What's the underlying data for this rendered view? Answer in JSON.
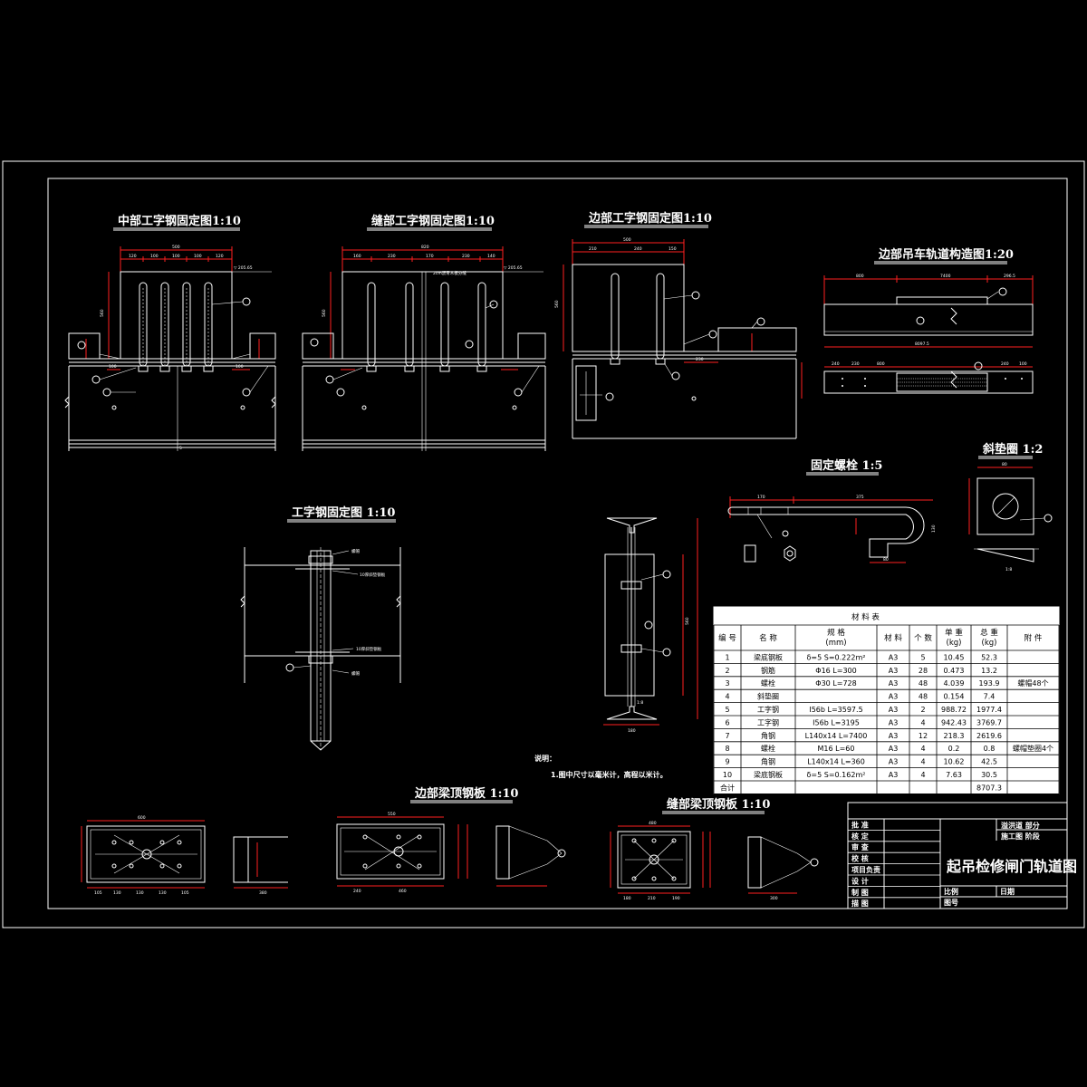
{
  "titles": {
    "mid": "中部工字钢固定图1:10",
    "joint": "缝部工字钢固定图1:10",
    "edge": "边部工字钢固定图1:10",
    "rail": "边部吊车轨道构造图1:20",
    "ibeam": "工字钢固定图 1:10",
    "bolt": "固定螺栓 1:5",
    "shim": "斜垫圈 1:2",
    "edge_plate": "边部梁顶钢板 1:10",
    "joint_plate": "缝部梁顶钢板 1:10"
  },
  "labels": {
    "elev_mid": "▽ 205.65",
    "elev_joint": "▽ 205.65",
    "joint_fill": "2cm沥青木板分缝",
    "nut": "螺帽",
    "plate10": "10厚斜垫钢板",
    "slope": "1:8",
    "shim_slope": "1:8"
  },
  "notes": {
    "title": "说明：",
    "line1": "1.图中尺寸以毫米计，高程以米计。"
  },
  "material_table": {
    "title": "材    料    表",
    "headers": [
      "编 号",
      "名    称",
      "规    格\n(mm)",
      "材 料",
      "个 数",
      "单 重\n(kg)",
      "总 重\n(kg)",
      "附  件"
    ],
    "rows": [
      [
        "1",
        "梁底钢板",
        "δ=5  S=0.222m²",
        "A3",
        "5",
        "10.45",
        "52.3",
        ""
      ],
      [
        "2",
        "钢筋",
        "Φ16  L=300",
        "A3",
        "28",
        "0.473",
        "13.2",
        ""
      ],
      [
        "3",
        "螺栓",
        "Φ30  L=728",
        "A3",
        "48",
        "4.039",
        "193.9",
        "螺帽48个"
      ],
      [
        "4",
        "斜垫圈",
        "",
        "A3",
        "48",
        "0.154",
        "7.4",
        ""
      ],
      [
        "5",
        "工字钢",
        "I56b  L=3597.5",
        "A3",
        "2",
        "988.72",
        "1977.4",
        ""
      ],
      [
        "6",
        "工字钢",
        "I56b  L=3195",
        "A3",
        "4",
        "942.43",
        "3769.7",
        ""
      ],
      [
        "7",
        "角钢",
        "L140x14  L=7400",
        "A3",
        "12",
        "218.3",
        "2619.6",
        ""
      ],
      [
        "8",
        "螺栓",
        "M16  L=60",
        "A3",
        "4",
        "0.2",
        "0.8",
        "螺帽垫圈4个"
      ],
      [
        "9",
        "角钢",
        "L140x14  L=360",
        "A3",
        "4",
        "10.62",
        "42.5",
        ""
      ],
      [
        "10",
        "梁底钢板",
        "δ=5  S=0.162m²",
        "A3",
        "4",
        "7.63",
        "30.5",
        ""
      ]
    ],
    "total_label": "合计",
    "total_value": "8707.3"
  },
  "title_block": {
    "left_labels": [
      "批  准",
      "核  定",
      "审  查",
      "校  核",
      "项目负责",
      "设  计",
      "制  图",
      "描  图"
    ],
    "top_right_1": "溢洪道    部分",
    "top_right_2": "施工图    阶段",
    "drawing_title": "起吊检修闸门轨道图",
    "scale_label": "比例",
    "date_label": "日期",
    "number_label": "图号"
  }
}
